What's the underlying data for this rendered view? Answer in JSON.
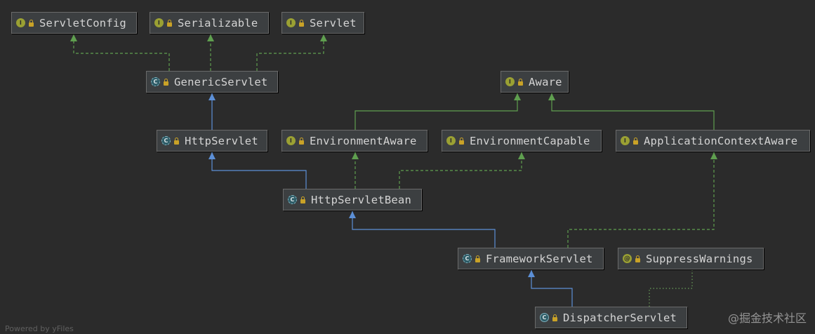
{
  "nodes": [
    {
      "id": "ServletConfig",
      "label": "ServletConfig",
      "kind": "interface",
      "kind_glyph": "I"
    },
    {
      "id": "Serializable",
      "label": "Serializable",
      "kind": "interface",
      "kind_glyph": "I"
    },
    {
      "id": "Servlet",
      "label": "Servlet",
      "kind": "interface",
      "kind_glyph": "I"
    },
    {
      "id": "GenericServlet",
      "label": "GenericServlet",
      "kind": "abstract",
      "kind_glyph": "C"
    },
    {
      "id": "Aware",
      "label": "Aware",
      "kind": "interface",
      "kind_glyph": "I"
    },
    {
      "id": "HttpServlet",
      "label": "HttpServlet",
      "kind": "abstract",
      "kind_glyph": "C"
    },
    {
      "id": "EnvironmentAware",
      "label": "EnvironmentAware",
      "kind": "interface",
      "kind_glyph": "I"
    },
    {
      "id": "EnvironmentCapable",
      "label": "EnvironmentCapable",
      "kind": "interface",
      "kind_glyph": "I"
    },
    {
      "id": "ApplicationContextAware",
      "label": "ApplicationContextAware",
      "kind": "interface",
      "kind_glyph": "I"
    },
    {
      "id": "HttpServletBean",
      "label": "HttpServletBean",
      "kind": "abstract",
      "kind_glyph": "C"
    },
    {
      "id": "FrameworkServlet",
      "label": "FrameworkServlet",
      "kind": "abstract",
      "kind_glyph": "C"
    },
    {
      "id": "SuppressWarnings",
      "label": "SuppressWarnings",
      "kind": "annotation",
      "kind_glyph": "@"
    },
    {
      "id": "DispatcherServlet",
      "label": "DispatcherServlet",
      "kind": "class",
      "kind_glyph": "C"
    }
  ],
  "edges": [
    {
      "from": "GenericServlet",
      "to": "ServletConfig",
      "type": "implements"
    },
    {
      "from": "GenericServlet",
      "to": "Serializable",
      "type": "implements"
    },
    {
      "from": "GenericServlet",
      "to": "Servlet",
      "type": "implements"
    },
    {
      "from": "HttpServlet",
      "to": "GenericServlet",
      "type": "extends"
    },
    {
      "from": "EnvironmentAware",
      "to": "Aware",
      "type": "extends-interface"
    },
    {
      "from": "ApplicationContextAware",
      "to": "Aware",
      "type": "extends-interface"
    },
    {
      "from": "HttpServletBean",
      "to": "HttpServlet",
      "type": "extends"
    },
    {
      "from": "HttpServletBean",
      "to": "EnvironmentAware",
      "type": "implements"
    },
    {
      "from": "HttpServletBean",
      "to": "EnvironmentCapable",
      "type": "implements"
    },
    {
      "from": "FrameworkServlet",
      "to": "HttpServletBean",
      "type": "extends"
    },
    {
      "from": "FrameworkServlet",
      "to": "ApplicationContextAware",
      "type": "implements"
    },
    {
      "from": "DispatcherServlet",
      "to": "FrameworkServlet",
      "type": "extends"
    },
    {
      "from": "DispatcherServlet",
      "to": "SuppressWarnings",
      "type": "annotated-with"
    }
  ],
  "colors": {
    "background": "#2b2b2b",
    "extends": "#5c8fd6",
    "implements": "#5f9f4f",
    "extends_interface": "#5f9f4f",
    "annotated_with": "#6a9f5a"
  },
  "footer": "Powered by yFiles",
  "brand": "@掘金技术社区"
}
